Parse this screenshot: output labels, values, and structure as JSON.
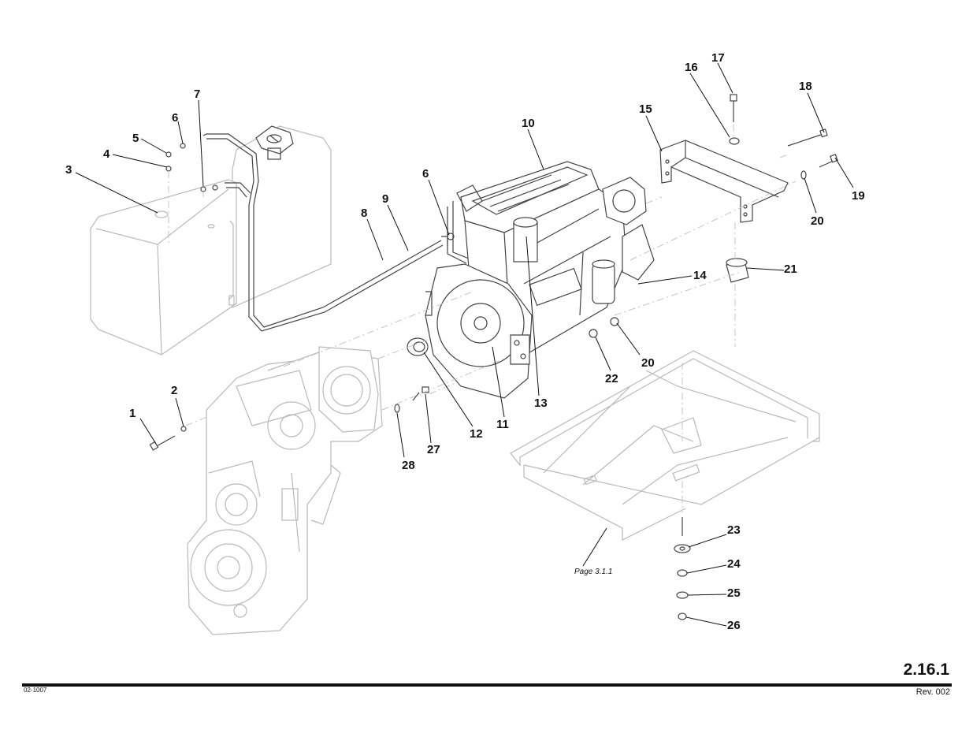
{
  "callouts": [
    {
      "id": "1",
      "label": "1"
    },
    {
      "id": "2",
      "label": "2"
    },
    {
      "id": "3",
      "label": "3"
    },
    {
      "id": "4",
      "label": "4"
    },
    {
      "id": "5",
      "label": "5"
    },
    {
      "id": "6a",
      "label": "6"
    },
    {
      "id": "6b",
      "label": "6"
    },
    {
      "id": "7",
      "label": "7"
    },
    {
      "id": "8",
      "label": "8"
    },
    {
      "id": "9",
      "label": "9"
    },
    {
      "id": "10",
      "label": "10"
    },
    {
      "id": "11",
      "label": "11"
    },
    {
      "id": "12",
      "label": "12"
    },
    {
      "id": "13",
      "label": "13"
    },
    {
      "id": "14",
      "label": "14"
    },
    {
      "id": "15",
      "label": "15"
    },
    {
      "id": "16",
      "label": "16"
    },
    {
      "id": "17",
      "label": "17"
    },
    {
      "id": "18",
      "label": "18"
    },
    {
      "id": "19",
      "label": "19"
    },
    {
      "id": "20a",
      "label": "20"
    },
    {
      "id": "20b",
      "label": "20"
    },
    {
      "id": "21",
      "label": "21"
    },
    {
      "id": "22",
      "label": "22"
    },
    {
      "id": "23",
      "label": "23"
    },
    {
      "id": "24",
      "label": "24"
    },
    {
      "id": "25",
      "label": "25"
    },
    {
      "id": "26",
      "label": "26"
    },
    {
      "id": "27",
      "label": "27"
    },
    {
      "id": "28",
      "label": "28"
    }
  ],
  "page_reference": "Page 3.1.1",
  "footer": {
    "page_number": "2.16.1",
    "doc_code": "02-1007",
    "revision": "Rev. 002"
  }
}
